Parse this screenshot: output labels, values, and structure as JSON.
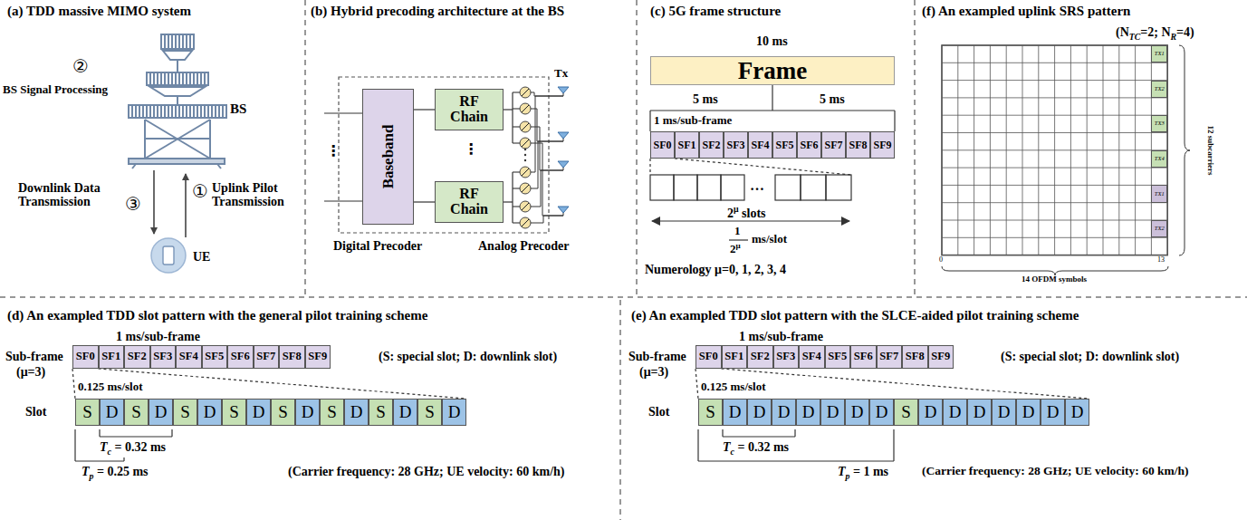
{
  "diagram": {
    "nodes": [
      {
        "text": [
          "Baseband"
        ]
      },
      {
        "text": [
          "RF Chain"
        ]
      },
      {
        "text": [
          "RF Chain"
        ]
      },
      {
        "text": [
          "Frame"
        ]
      },
      {
        "text": [
          "SF0"
        ]
      },
      {
        "text": [
          "SF1"
        ]
      },
      {
        "text": [
          "SF2"
        ]
      },
      {
        "text": [
          "SF3"
        ]
      },
      {
        "text": [
          "SF4"
        ]
      },
      {
        "text": [
          "SF5"
        ]
      },
      {
        "text": [
          "SF6"
        ]
      },
      {
        "text": [
          "SF7"
        ]
      },
      {
        "text": [
          "SF8"
        ]
      },
      {
        "text": [
          "SF9"
        ]
      },
      {
        "text": [
          "TX1"
        ]
      },
      {
        "text": [
          "TX2"
        ]
      },
      {
        "text": [
          "TX3"
        ]
      },
      {
        "text": [
          "TX4"
        ]
      },
      {
        "text": [
          "TX1"
        ]
      },
      {
        "text": [
          "TX2"
        ]
      },
      {
        "text": [
          "SF0"
        ]
      },
      {
        "text": [
          "SF1"
        ]
      },
      {
        "text": [
          "SF2"
        ]
      },
      {
        "text": [
          "SF3"
        ]
      },
      {
        "text": [
          "SF4"
        ]
      },
      {
        "text": [
          "SF5"
        ]
      },
      {
        "text": [
          "SF6"
        ]
      },
      {
        "text": [
          "SF7"
        ]
      },
      {
        "text": [
          "SF8"
        ]
      },
      {
        "text": [
          "SF9"
        ]
      },
      {
        "text": [
          "S"
        ]
      },
      {
        "text": [
          "D"
        ]
      },
      {
        "text": [
          "S"
        ]
      },
      {
        "text": [
          "D"
        ]
      },
      {
        "text": [
          "S"
        ]
      },
      {
        "text": [
          "D"
        ]
      },
      {
        "text": [
          "S"
        ]
      },
      {
        "text": [
          "D"
        ]
      },
      {
        "text": [
          "S"
        ]
      },
      {
        "text": [
          "D"
        ]
      },
      {
        "text": [
          "S"
        ]
      },
      {
        "text": [
          "D"
        ]
      },
      {
        "text": [
          "S"
        ]
      },
      {
        "text": [
          "D"
        ]
      },
      {
        "text": [
          "S"
        ]
      },
      {
        "text": [
          "D"
        ]
      },
      {
        "text": [
          "SF0"
        ]
      },
      {
        "text": [
          "SF1"
        ]
      },
      {
        "text": [
          "SF2"
        ]
      },
      {
        "text": [
          "SF3"
        ]
      },
      {
        "text": [
          "SF4"
        ]
      },
      {
        "text": [
          "SF5"
        ]
      },
      {
        "text": [
          "SF6"
        ]
      },
      {
        "text": [
          "SF7"
        ]
      },
      {
        "text": [
          "SF8"
        ]
      },
      {
        "text": [
          "SF9"
        ]
      },
      {
        "text": [
          "S"
        ]
      },
      {
        "text": [
          "D"
        ]
      },
      {
        "text": [
          "D"
        ]
      },
      {
        "text": [
          "D"
        ]
      },
      {
        "text": [
          "D"
        ]
      },
      {
        "text": [
          "D"
        ]
      },
      {
        "text": [
          "D"
        ]
      },
      {
        "text": [
          "D"
        ]
      },
      {
        "text": [
          "S"
        ]
      },
      {
        "text": [
          "D"
        ]
      },
      {
        "text": [
          "D"
        ]
      },
      {
        "text": [
          "D"
        ]
      },
      {
        "text": [
          "D"
        ]
      },
      {
        "text": [
          "D"
        ]
      },
      {
        "text": [
          "D"
        ]
      },
      {
        "text": [
          "D"
        ]
      }
    ],
    "edges": [
      {
        "from": 0,
        "to": 1,
        "arrow": "none"
      },
      {
        "from": 0,
        "to": 2,
        "arrow": "none"
      }
    ],
    "labels": [
      "(a) TDD massive MIMO system",
      "②",
      "BS Signal Processing",
      "BS",
      "Downlink Data Transmission",
      "③",
      "①",
      "Uplink Pilot Transmission",
      "UE",
      "(b) Hybrid precoding architecture at the BS",
      "Tx",
      "⋮",
      "⋮",
      "Digital Precoder",
      "Analog Precoder",
      "(c) 5G frame structure",
      "10 ms",
      "5 ms",
      "5 ms",
      "1 ms/sub-frame",
      "…",
      "2",
      "μ",
      "slots",
      "1",
      "2",
      "μ",
      "ms/slot",
      "Numerology μ=0, 1, 2, 3, 4",
      "(f) An exampled uplink SRS pattern",
      "(N",
      "TC",
      "=2; N",
      "R",
      "=4)",
      "0",
      "13",
      "14 OFDM symbols",
      "12 subcarriers",
      "(d) An exampled TDD slot pattern with the general pilot training scheme",
      "1 ms/sub-frame",
      "Sub-frame",
      "(μ=3)",
      "(S: special slot; D: downlink slot)",
      "0.125 ms/slot",
      "Slot",
      "T",
      "c",
      "= 0.32 ms",
      "T",
      "p",
      "= 0.25 ms",
      "(Carrier frequency: 28 GHz; UE velocity: 60 km/h)",
      "(e) An exampled TDD slot pattern with the SLCE-aided pilot training scheme",
      "1 ms/sub-frame",
      "Sub-frame",
      "(μ=3)",
      "(S: special slot; D: downlink slot)",
      "0.125 ms/slot",
      "Slot",
      "T",
      "c",
      "= 0.32 ms",
      "T",
      "p",
      "= 1 ms",
      "(Carrier frequency: 28 GHz; UE velocity: 60 km/h)"
    ]
  }
}
